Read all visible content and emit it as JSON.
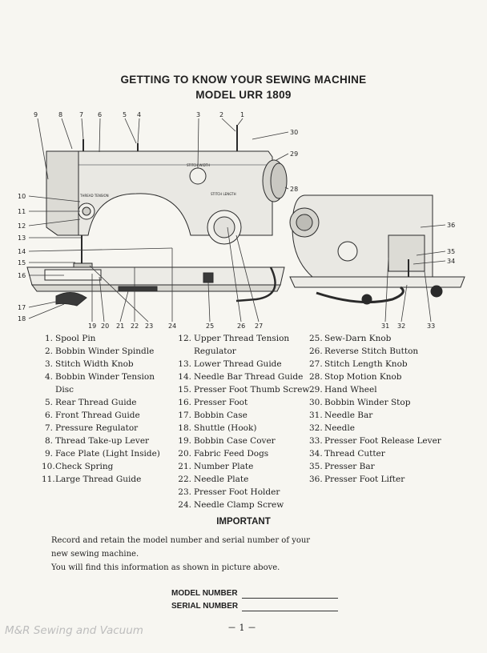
{
  "title": {
    "line1": "GETTING TO KNOW YOUR SEWING MACHINE",
    "line2": "MODEL URR 1809"
  },
  "figure": {
    "callouts_top": [
      "9",
      "8",
      "7",
      "6",
      "5",
      "4",
      "3",
      "2",
      "1",
      "30",
      "29",
      "28"
    ],
    "callouts_left": [
      "10",
      "11",
      "12",
      "13",
      "14",
      "15",
      "16",
      "17",
      "18"
    ],
    "callouts_bottom": [
      "19",
      "20",
      "21",
      "22",
      "23",
      "24",
      "25",
      "26",
      "27",
      "31",
      "32",
      "33"
    ],
    "callouts_right": [
      "36",
      "35",
      "34"
    ],
    "machine_labels": [
      "STITCH WIDTH",
      "STITCH LENGTH",
      "THREAD TENSION"
    ]
  },
  "parts": {
    "col1": [
      {
        "num": "1.",
        "label": "Spool Pin"
      },
      {
        "num": "2.",
        "label": "Bobbin Winder Spindle"
      },
      {
        "num": "3.",
        "label": "Stitch Width Knob"
      },
      {
        "num": "4.",
        "label": "Bobbin Winder Tension",
        "cont": "Disc"
      },
      {
        "num": "5.",
        "label": "Rear Thread Guide"
      },
      {
        "num": "6.",
        "label": "Front Thread Guide"
      },
      {
        "num": "7.",
        "label": "Pressure Regulator"
      },
      {
        "num": "8.",
        "label": "Thread Take-up Lever"
      },
      {
        "num": "9.",
        "label": "Face Plate (Light Inside)"
      },
      {
        "num": "10.",
        "label": "Check Spring"
      },
      {
        "num": "11.",
        "label": "Large Thread Guide"
      }
    ],
    "col2": [
      {
        "num": "12.",
        "label": "Upper Thread Tension",
        "cont": "Regulator"
      },
      {
        "num": "13.",
        "label": "Lower Thread Guide"
      },
      {
        "num": "14.",
        "label": "Needle Bar Thread Guide"
      },
      {
        "num": "15.",
        "label": "Presser Foot Thumb Screw"
      },
      {
        "num": "16.",
        "label": "Presser Foot"
      },
      {
        "num": "17.",
        "label": "Bobbin Case"
      },
      {
        "num": "18.",
        "label": "Shuttle (Hook)"
      },
      {
        "num": "19.",
        "label": "Bobbin Case Cover"
      },
      {
        "num": "20.",
        "label": "Fabric Feed Dogs"
      },
      {
        "num": "21.",
        "label": "Number Plate"
      },
      {
        "num": "22.",
        "label": "Needle Plate"
      },
      {
        "num": "23.",
        "label": "Presser Foot Holder"
      },
      {
        "num": "24.",
        "label": "Needle Clamp Screw"
      }
    ],
    "col3": [
      {
        "num": "25.",
        "label": "Sew-Darn Knob"
      },
      {
        "num": "26.",
        "label": "Reverse Stitch Button"
      },
      {
        "num": "27.",
        "label": "Stitch Length Knob"
      },
      {
        "num": "28.",
        "label": "Stop Motion Knob"
      },
      {
        "num": "29.",
        "label": "Hand Wheel"
      },
      {
        "num": "30.",
        "label": "Bobbin Winder Stop"
      },
      {
        "num": "31.",
        "label": "Needle Bar"
      },
      {
        "num": "32.",
        "label": "Needle"
      },
      {
        "num": "33.",
        "label": "Presser Foot Release Lever"
      },
      {
        "num": "34.",
        "label": "Thread Cutter"
      },
      {
        "num": "35.",
        "label": "Presser Bar"
      },
      {
        "num": "36.",
        "label": "Presser Foot Lifter"
      }
    ]
  },
  "important": {
    "heading": "IMPORTANT",
    "line1": "Record and retain the model number and serial number of your",
    "line2": "new sewing machine.",
    "line3": "You will find this information as shown in picture above."
  },
  "fields": {
    "model_label": "MODEL NUMBER",
    "serial_label": "SERIAL NUMBER"
  },
  "page_number": "－ 1 －",
  "watermark": "M&R Sewing and Vacuum"
}
